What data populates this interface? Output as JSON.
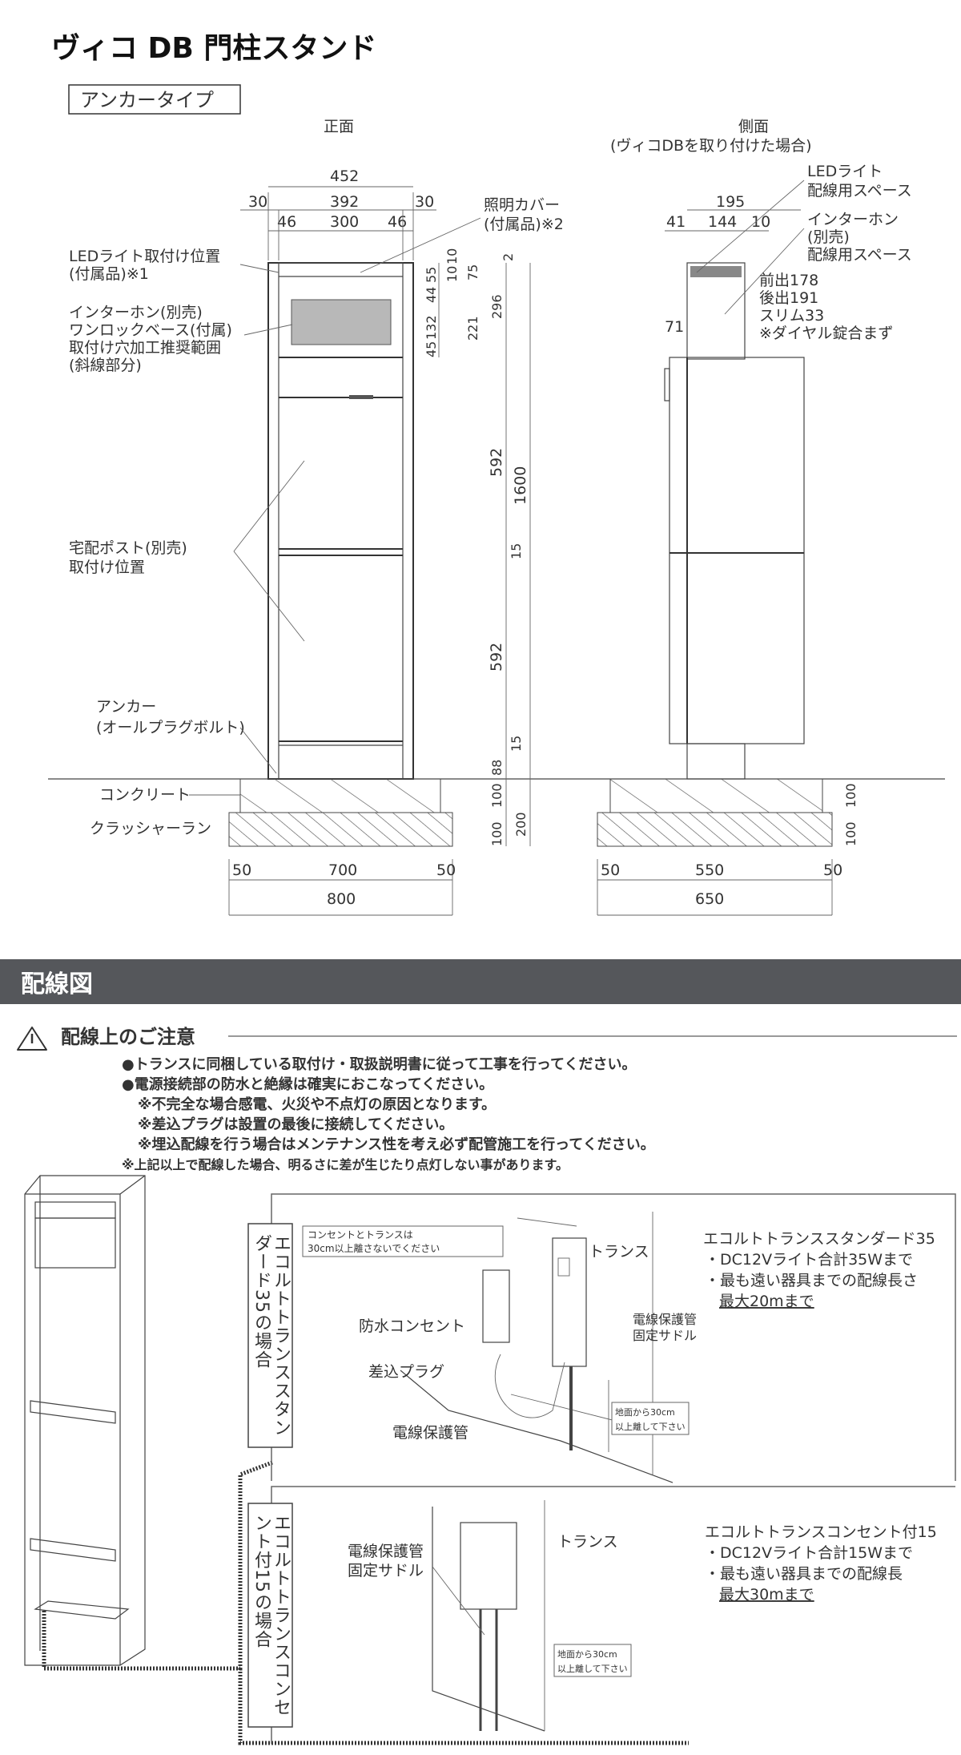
{
  "title": "ヴィコ DB 門柱スタンド",
  "type_label": "アンカータイプ",
  "front": {
    "heading": "正面",
    "labels": {
      "led_pos": [
        "LEDライト取付け位置",
        "(付属品)※1"
      ],
      "cover": [
        "照明カバー",
        "(付属品)※2"
      ],
      "intercom": [
        "インターホン(別売)",
        "ワンロックベース(付属)",
        "取付け穴加工推奨範囲",
        "(斜線部分)"
      ],
      "post": [
        "宅配ポスト(別売)",
        "取付け位置"
      ],
      "anchor": [
        "アンカー",
        "(オールプラグボルト)"
      ],
      "concrete": "コンクリート",
      "crusher": "クラッシャーラン"
    },
    "dims": {
      "w452": "452",
      "w30a": "30",
      "w392": "392",
      "w30b": "30",
      "w46a": "46",
      "w300": "300",
      "w46b": "46",
      "v55": "55",
      "v44": "44",
      "v132": "132",
      "v45": "45",
      "v10a": "10",
      "v10b": "10",
      "v75": "75",
      "v221": "221",
      "v2": "2",
      "v296": "296",
      "v592a": "592",
      "v1600": "1600",
      "v15a": "15",
      "v592b": "592",
      "v15b": "15",
      "v88": "88",
      "v100a": "100",
      "v100b": "100",
      "v200": "200",
      "b50a": "50",
      "b700": "700",
      "b50b": "50",
      "b800": "800"
    }
  },
  "side": {
    "heading": "側面",
    "subheading": "(ヴィコDBを取り付けた場合)",
    "labels": {
      "led_space": [
        "LEDライト",
        "配線用スペース"
      ],
      "intercom_space": [
        "インターホン",
        "(別売)",
        "配線用スペース"
      ],
      "note": [
        "前出178",
        "後出191",
        "スリム33",
        "※ダイヤル錠合まず"
      ]
    },
    "dims": {
      "w195": "195",
      "w41": "41",
      "w144": "144",
      "w10": "10",
      "w71": "71",
      "v100a": "100",
      "v100b": "100",
      "b50a": "50",
      "b550": "550",
      "b50b": "50",
      "b650": "650"
    }
  },
  "wiring": {
    "header": "配線図",
    "caution_title": "配線上のご注意",
    "notes": [
      "●トランスに同梱している取付け・取扱説明書に従って工事を行ってください。",
      "●電源接続部の防水と絶縁は確実におこなってください。",
      "※不完全な場合感電、火災や不点灯の原因となります。",
      "※差込プラグは設置の最後に接続してください。",
      "※埋込配線を行う場合はメンテナンス性を考え必ず配管施工を行ってください。",
      "※上記以上で配線した場合、明るさに差が生じたり点灯しない事があります。"
    ],
    "panel1": {
      "vertical_label": "エコルトトランススタンダード35の場合",
      "distance_note": [
        "コンセントとトランスは",
        "30cm以上離さないでください"
      ],
      "transformer": "トランス",
      "outlet": "防水コンセント",
      "plug": "差込プラグ",
      "saddle": [
        "電線保護管",
        "固定サドル"
      ],
      "ground_note": [
        "地面から30cm",
        "以上離して下さい"
      ],
      "conduit": "電線保護管",
      "spec_title": "エコルトトランススタンダード35",
      "spec": [
        "・DC12Vライト合計35Wまで",
        "・最も遠い器具までの配線長さ",
        "最大20mまで"
      ]
    },
    "panel2": {
      "vertical_label": "エコルトトランスコンセント付15の場合",
      "transformer": "トランス",
      "saddle": [
        "電線保護管",
        "固定サドル"
      ],
      "ground_note": [
        "地面から30cm",
        "以上離して下さい"
      ],
      "spec_title": "エコルトトランスコンセント付15",
      "spec": [
        "・DC12Vライト合計15Wまで",
        "・最も遠い器具までの配線長",
        "最大30mまで"
      ]
    }
  }
}
